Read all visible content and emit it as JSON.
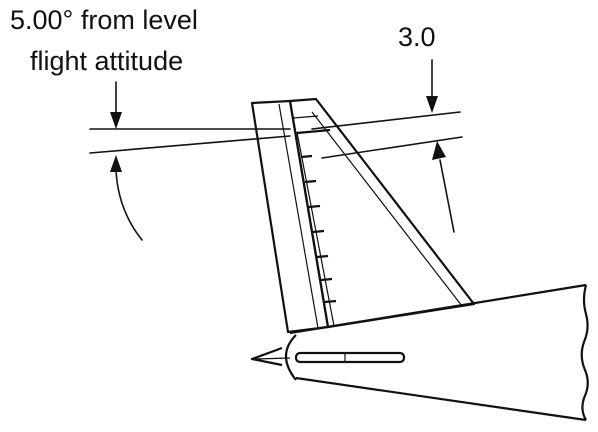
{
  "labels": {
    "angle_line_1": "5.00° from level",
    "angle_line_2": "flight attitude",
    "offset": "3.0"
  },
  "colors": {
    "line": "#111111",
    "background": "#ffffff"
  }
}
